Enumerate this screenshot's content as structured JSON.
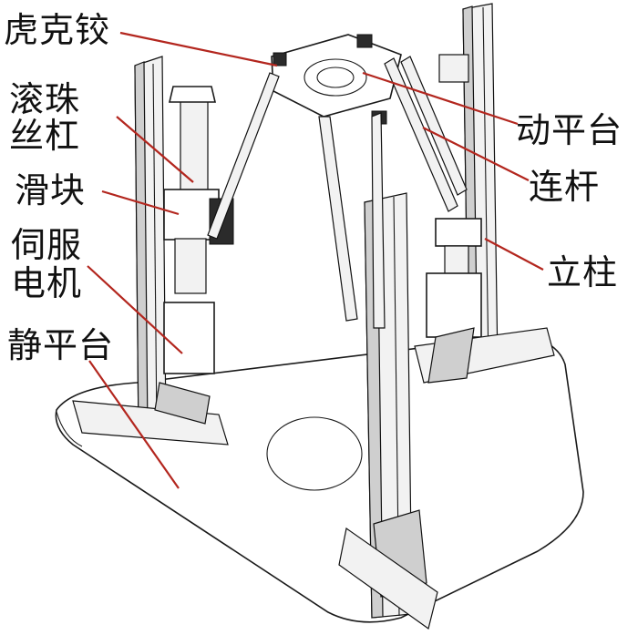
{
  "labels": {
    "hooke_joint": "虎克铰",
    "ball_screw_1": "滚珠",
    "ball_screw_2": "丝杠",
    "slider": "滑块",
    "servo_motor_1": "伺服",
    "servo_motor_2": "电机",
    "static_platform": "静平台",
    "moving_platform": "动平台",
    "link_rod": "连杆",
    "column": "立柱"
  },
  "colors": {
    "leader_line": "#b3261e",
    "drawing_line": "#1a1a1a"
  }
}
